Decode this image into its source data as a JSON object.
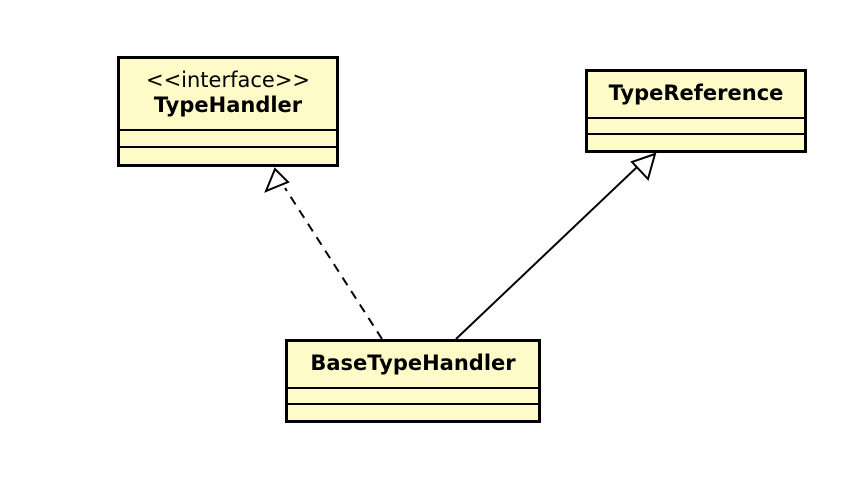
{
  "diagram": {
    "classes": [
      {
        "id": "typehandler",
        "stereotype": "<<interface>>",
        "name": "TypeHandler",
        "attributes": [],
        "operations": []
      },
      {
        "id": "typereference",
        "stereotype": "",
        "name": "TypeReference",
        "attributes": [],
        "operations": []
      },
      {
        "id": "basetypehandler",
        "stereotype": "",
        "name": "BaseTypeHandler",
        "attributes": [],
        "operations": []
      }
    ],
    "relations": [
      {
        "type": "realization",
        "from": "BaseTypeHandler",
        "to": "TypeHandler",
        "line_style": "dashed",
        "arrowhead": "hollow-triangle"
      },
      {
        "type": "generalization",
        "from": "BaseTypeHandler",
        "to": "TypeReference",
        "line_style": "solid",
        "arrowhead": "hollow-triangle"
      }
    ],
    "colors": {
      "class_fill": "#fffbc9",
      "class_border": "#000000",
      "line": "#000000",
      "background": "#ffffff"
    }
  }
}
